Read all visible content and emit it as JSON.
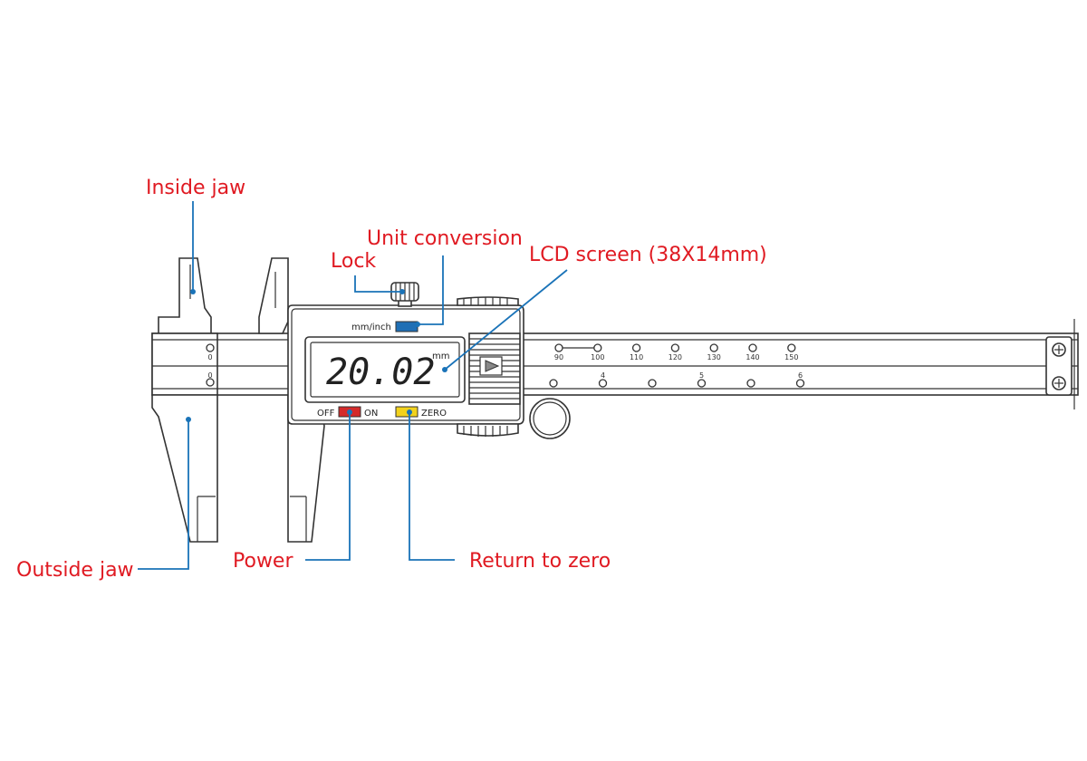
{
  "callouts": {
    "inside_jaw": "Inside jaw",
    "unit_conversion": "Unit conversion",
    "lock": "Lock",
    "lcd_screen": "LCD screen (38X14mm)",
    "outside_jaw": "Outside jaw",
    "power": "Power",
    "return_to_zero": "Return to zero"
  },
  "device": {
    "lcd_value": "20.02",
    "lcd_unit": "mm",
    "unit_button_label": "mm/inch",
    "off_label": "OFF",
    "on_label": "ON",
    "zero_label": "ZERO"
  },
  "scale": {
    "main_zero": "0",
    "vernier_zero": "0",
    "mm_ticks": [
      "90",
      "100",
      "110",
      "120",
      "130",
      "140",
      "150"
    ],
    "inch_ticks": [
      "4",
      "5",
      "6"
    ]
  },
  "colors": {
    "label_red": "#e01a22",
    "leader_blue": "#1a73b8",
    "power_button": "#d42a2a",
    "zero_button": "#f2d21c",
    "unit_button": "#1f6fb5"
  }
}
